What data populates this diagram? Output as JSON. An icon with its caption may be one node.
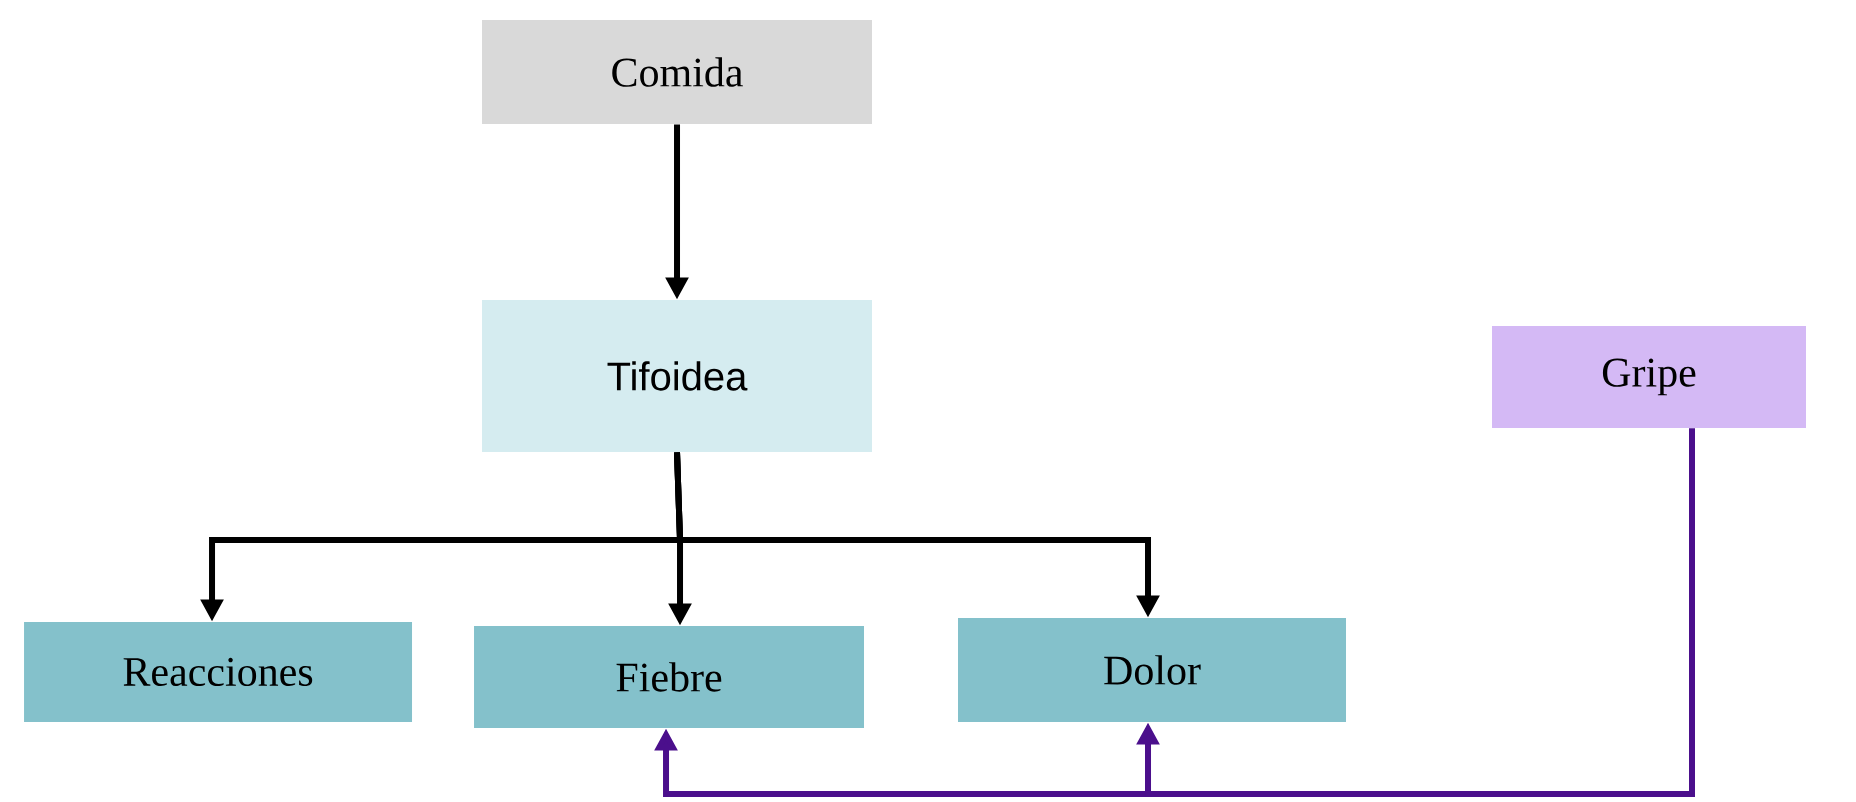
{
  "diagram": {
    "nodes": [
      {
        "text": [
          "Comida"
        ]
      },
      {
        "text": [
          "Tifoidea"
        ]
      },
      {
        "text": [
          "Gripe"
        ]
      },
      {
        "text": [
          "Reacciones"
        ]
      },
      {
        "text": [
          "Fiebre"
        ]
      },
      {
        "text": [
          "Dolor"
        ]
      }
    ],
    "edges": [
      {
        "from": 0,
        "to": 1,
        "arrow": "to"
      },
      {
        "from": 1,
        "to": 3,
        "arrow": "to"
      },
      {
        "from": 1,
        "to": 4,
        "arrow": "to"
      },
      {
        "from": 1,
        "to": 5,
        "arrow": "to"
      },
      {
        "from": 2,
        "to": 4,
        "arrow": "to",
        "color": "#4b0f8c"
      },
      {
        "from": 2,
        "to": 5,
        "arrow": "to",
        "color": "#4b0f8c"
      }
    ]
  }
}
